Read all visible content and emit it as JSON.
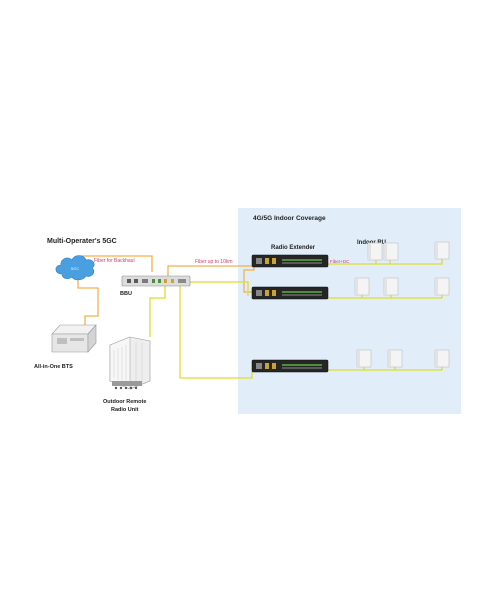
{
  "indoor_coverage": {
    "title": "4G/5G Indoor Coverage"
  },
  "core": {
    "title": "Multi-Operater's 5GC",
    "cloud_label": "5GC"
  },
  "labels": {
    "fiber_backhaul": "Fiber for Backhaul",
    "fiber_10km": "Fiber up to 10km",
    "fiber_dc": "Fiber+DC",
    "radio_extender": "Radio Extender",
    "indoor_ru": "Indoor RU",
    "bbu": "BBU",
    "all_in_one_bts": "All-in-One BTS",
    "outdoor_rru_line1": "Outdoor Remote",
    "outdoor_rru_line2": "Radio Unit"
  },
  "colors": {
    "coverage_bg": "#e1eef9",
    "fiber": "#f3b04a",
    "cable": "#dedd2e",
    "cloud": "#4a9fe0",
    "fiber_label": "#cf3f6a"
  }
}
